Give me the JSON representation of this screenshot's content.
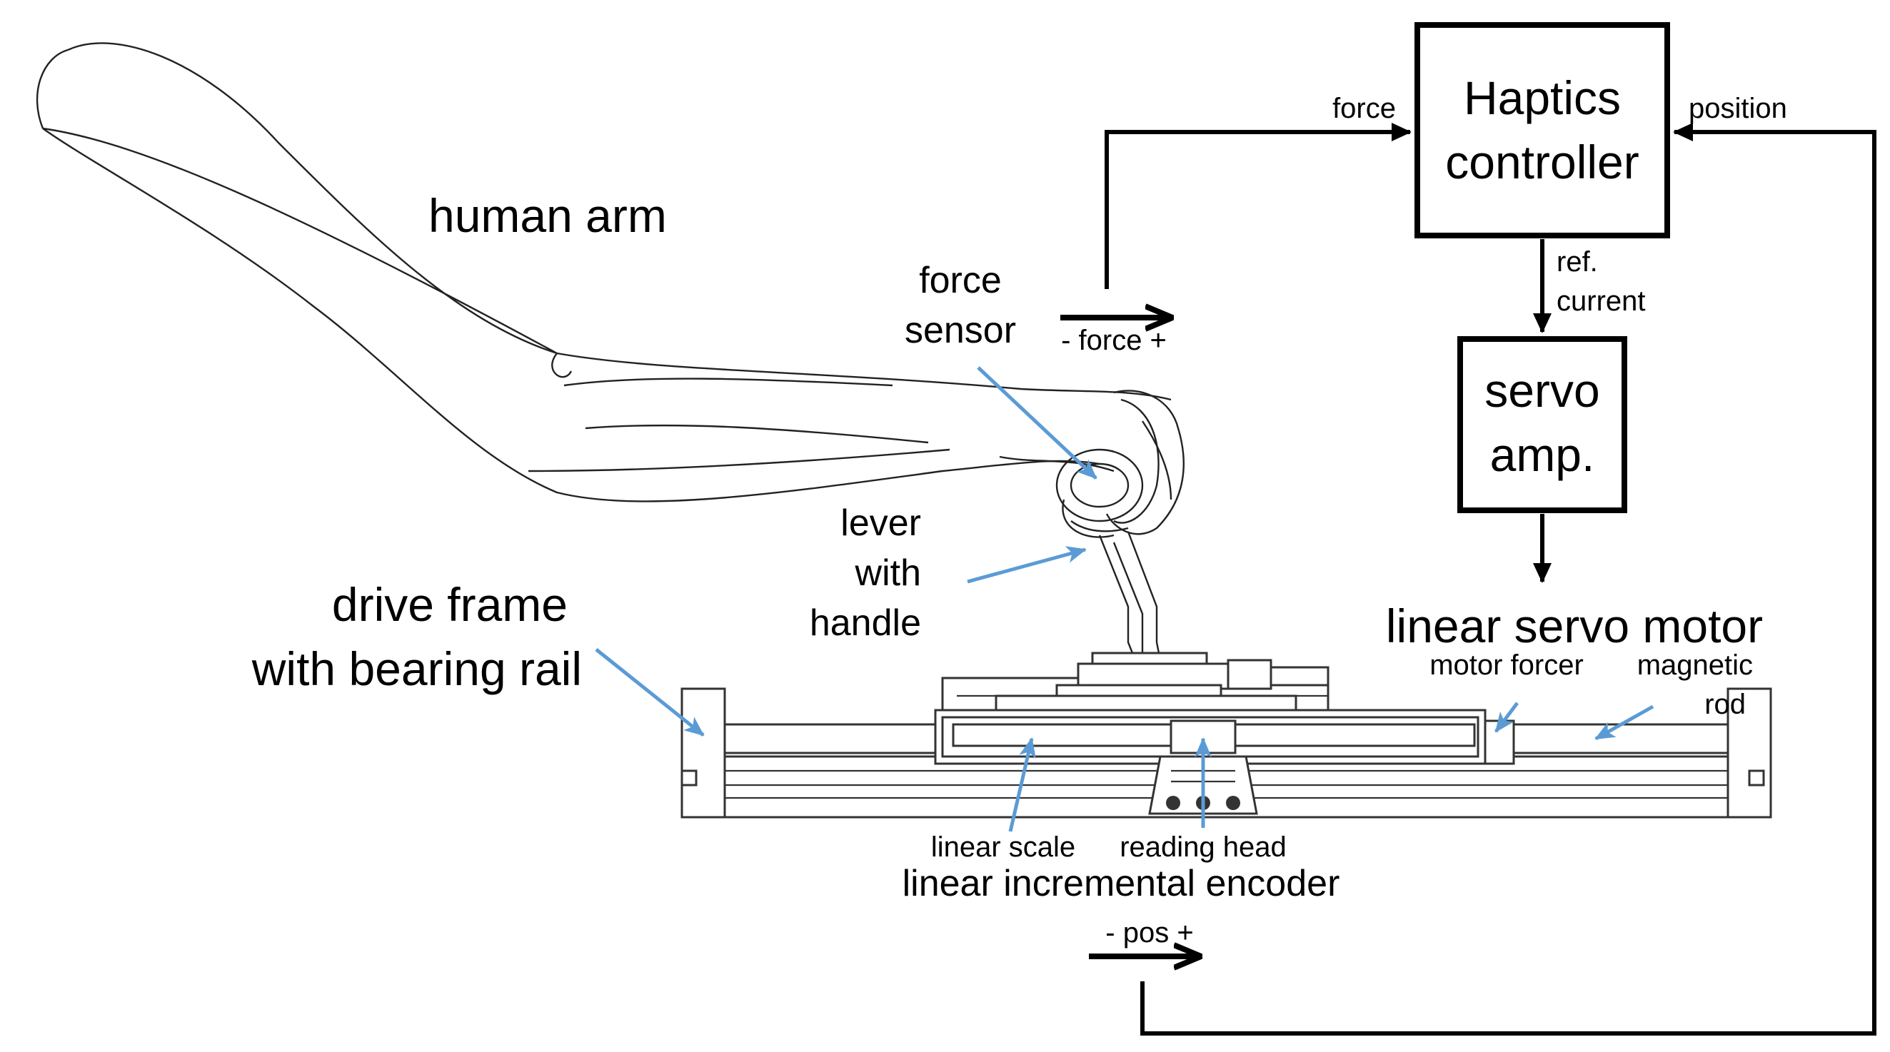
{
  "labels": {
    "human_arm": "human arm",
    "force_sensor_1": "force",
    "force_sensor_2": "sensor",
    "lever_1": "lever",
    "lever_2": "with",
    "lever_3": "handle",
    "drive_frame_1": "drive frame",
    "drive_frame_2": "with bearing rail",
    "linear_servo_motor": "linear servo motor",
    "motor_forcer": "motor forcer",
    "magnetic_rod_1": "magnetic",
    "magnetic_rod_2": "rod",
    "linear_scale": "linear scale",
    "reading_head": "reading head",
    "linear_incremental_encoder": "linear incremental encoder",
    "force_axis": "- force +",
    "pos_axis": "- pos +"
  },
  "blocks": {
    "haptics_controller_1": "Haptics",
    "haptics_controller_2": "controller",
    "servo_amp_1": "servo",
    "servo_amp_2": "amp."
  },
  "signals": {
    "force": "force",
    "position": "position",
    "ref_current_1": "ref.",
    "ref_current_2": "current"
  },
  "colors": {
    "pointer_arrows": "#5b9bd5",
    "lines": "#000000"
  }
}
